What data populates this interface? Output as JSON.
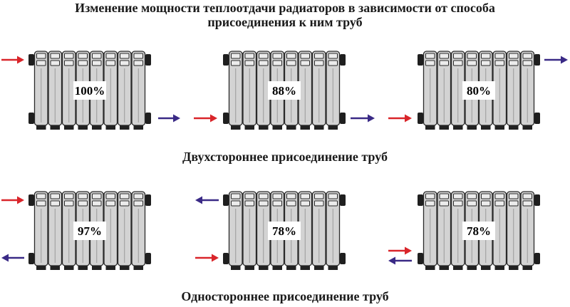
{
  "title_line1": "Изменение мощности теплоотдачи радиаторов в зависимости от способа",
  "title_line2": "присоединения к ним труб",
  "section_two_sided": "Двухстороннее присоединение труб",
  "section_one_sided": "Одностороннее присоединение труб",
  "colors": {
    "supply_arrow": "#d9252a",
    "return_arrow": "#3a2a86"
  },
  "radiators": [
    {
      "percent": "100%",
      "supply": "top-left",
      "return": "bottom-right"
    },
    {
      "percent": "88%",
      "supply": "bottom-left",
      "return": "bottom-right"
    },
    {
      "percent": "80%",
      "supply": "bottom-left",
      "return": "top-right"
    },
    {
      "percent": "97%",
      "supply": "top-left",
      "return": "bottom-left"
    },
    {
      "percent": "78%",
      "supply": "bottom-left",
      "return": "top-left"
    },
    {
      "percent": "78%",
      "supply": "bottom-left",
      "return": "bottom-left"
    }
  ]
}
